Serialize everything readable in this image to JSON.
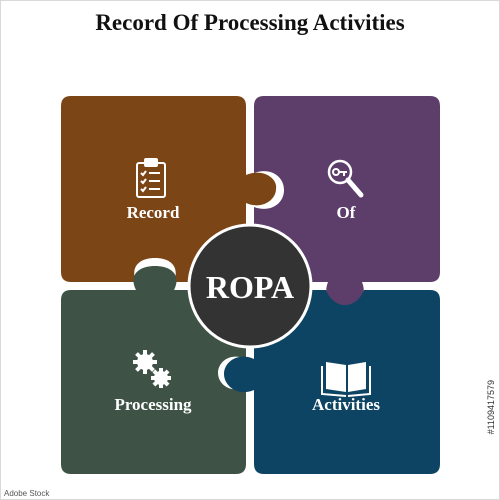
{
  "title": "Record Of Processing Activities",
  "center": {
    "label": "ROPA",
    "color": "#333333"
  },
  "pieces": [
    {
      "label": "Record",
      "icon": "clipboard-checklist-icon",
      "color": "#7c4515"
    },
    {
      "label": "Of",
      "icon": "key-magnifier-icon",
      "color": "#5d3e6b"
    },
    {
      "label": "Processing",
      "icon": "gears-icon",
      "color": "#3e5346"
    },
    {
      "label": "Activities",
      "icon": "open-book-icon",
      "color": "#0e4463"
    }
  ],
  "side_id": "#1109417579",
  "stock_logo": "Adobe Stock"
}
